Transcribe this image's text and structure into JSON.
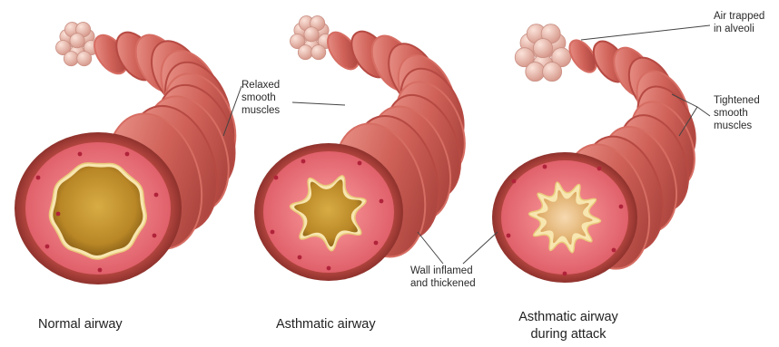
{
  "labels": {
    "relaxed": [
      "Relaxed",
      "smooth",
      "muscles"
    ],
    "air_trapped": [
      "Air trapped",
      "in alveoli"
    ],
    "tightened": [
      "Tightened",
      "smooth",
      "muscles"
    ],
    "wall": [
      "Wall inflamed",
      "and thickened"
    ]
  },
  "captions": {
    "normal": "Normal airway",
    "asthmatic": "Asthmatic airway",
    "attack": [
      "Asthmatic airway",
      "during attack"
    ]
  },
  "colors": {
    "tube_light": "#e0837b",
    "tube_mid": "#c9594f",
    "tube_dark": "#9e3a34",
    "band_dark": "#b64a43",
    "rim_outer": "#b8453e",
    "wall_pink": "#f07e84",
    "lining_cream": "#f8e6b0",
    "lumen_gold": "#c99a35",
    "lumen_dark": "#8a6218",
    "alveoli": "#eec0b4",
    "leader_line": "#444444"
  }
}
